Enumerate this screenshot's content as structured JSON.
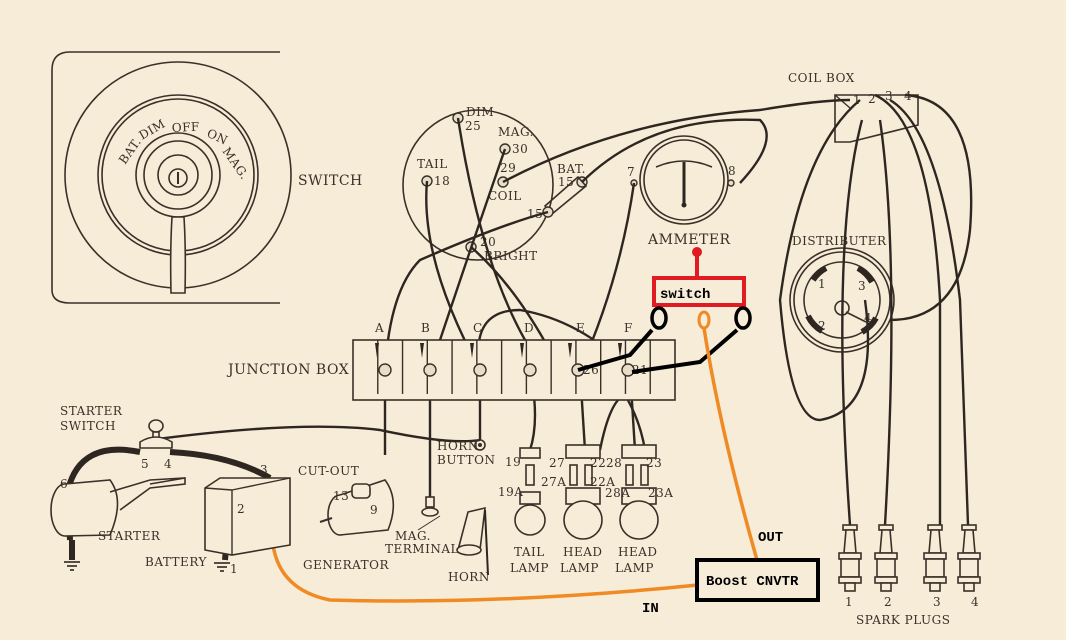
{
  "ignition_switch": {
    "title": "SWITCH",
    "dial_positions": [
      "BAT.",
      "DIM",
      "OFF",
      "ON",
      "MAG."
    ]
  },
  "lighting_switch": {
    "terminals": [
      {
        "name": "DIM",
        "number": "25"
      },
      {
        "name": "MAG.",
        "number": "30"
      },
      {
        "name": "TAIL",
        "number": "18"
      },
      {
        "name": "COIL",
        "number": "29"
      },
      {
        "name": "BAT.",
        "number": "15"
      },
      {
        "name": "BRIGHT",
        "number": "20"
      }
    ],
    "link_number": "15"
  },
  "ammeter": {
    "title": "AMMETER",
    "left_terminal": "7",
    "right_terminal": "8"
  },
  "coil_box": {
    "title": "COIL BOX",
    "terminals": [
      "1",
      "2",
      "3",
      "4"
    ]
  },
  "distributer": {
    "title": "DISTRIBUTER",
    "terminals": [
      "1",
      "2",
      "3",
      "4"
    ]
  },
  "junction_box": {
    "title": "JUNCTION BOX",
    "columns": [
      "A",
      "B",
      "C",
      "D",
      "E",
      "F"
    ],
    "extra_numbers": [
      "26",
      "21"
    ]
  },
  "added_switch": {
    "label": "switch",
    "color": "#e01b22"
  },
  "boost_converter": {
    "label": "Boost CNVTR",
    "out_label": "OUT",
    "in_label": "IN",
    "wire_color": "#f08a24"
  },
  "starter_switch": {
    "title_line1": "STARTER",
    "title_line2": "SWITCH",
    "terminals": [
      "5",
      "4"
    ]
  },
  "starter": {
    "title": "STARTER",
    "terminal": "6"
  },
  "battery": {
    "title": "BATTERY",
    "terminals": [
      "3",
      "2",
      "1"
    ]
  },
  "generator": {
    "title": "GENERATOR",
    "cutout_label": "CUT-OUT",
    "terminals": [
      "13",
      "9"
    ]
  },
  "mag_terminal": {
    "line1": "MAG.",
    "line2": "TERMINAL"
  },
  "horn": {
    "title": "HORN",
    "button_line1": "HORN",
    "button_line2": "BUTTON"
  },
  "lamps": [
    {
      "line1": "TAIL",
      "line2": "LAMP",
      "top": [
        "19"
      ],
      "bottom": [
        "19A"
      ]
    },
    {
      "line1": "HEAD",
      "line2": "LAMP",
      "top": [
        "27",
        "22"
      ],
      "bottom": [
        "27A",
        "22A"
      ]
    },
    {
      "line1": "HEAD",
      "line2": "LAMP",
      "top": [
        "28",
        "23"
      ],
      "bottom": [
        "28A",
        "23A"
      ]
    }
  ],
  "spark_plugs": {
    "title": "SPARK PLUGS",
    "numbers": [
      "1",
      "2",
      "3",
      "4"
    ]
  }
}
